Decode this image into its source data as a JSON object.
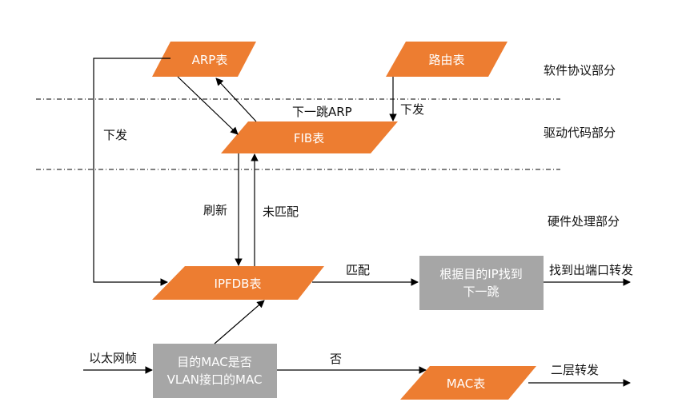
{
  "colors": {
    "orange": "#ED7D31",
    "gray": "#A6A6A6",
    "line": "#000000"
  },
  "layers": {
    "software": "软件协议部分",
    "driver": "驱动代码部分",
    "hardware": "硬件处理部分"
  },
  "nodes": {
    "arp": "ARP表",
    "route": "路由表",
    "fib": "FIB表",
    "ipfdb": "IPFDB表",
    "mac_table": "MAC表",
    "lookup_next_hop_line1": "根据目的IP找到",
    "lookup_next_hop_line2": "下一跳",
    "mac_check_line1": "目的MAC是否",
    "mac_check_line2": "VLAN接口的MAC"
  },
  "edge_labels": {
    "download_left": "下发",
    "next_hop_arp": "下一跳ARP",
    "download_route": "下发",
    "refresh": "刷新",
    "no_match": "未匹配",
    "match": "匹配",
    "egress_forward": "找到出端口转发",
    "ethernet_frame": "以太网帧",
    "no": "否",
    "l2_forward": "二层转发"
  }
}
